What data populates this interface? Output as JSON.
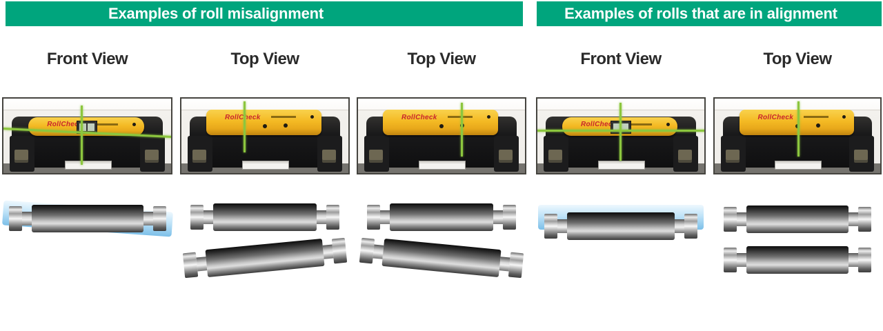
{
  "headers": {
    "left": "Examples of roll misalignment",
    "right": "Examples of rolls that are in alignment"
  },
  "device": {
    "brand": "RollCheck"
  },
  "columns": [
    {
      "id": "misaligned-front",
      "group": "misalignment",
      "view_label": "Front View"
    },
    {
      "id": "misaligned-top-1",
      "group": "misalignment",
      "view_label": "Top View"
    },
    {
      "id": "misaligned-top-2",
      "group": "misalignment",
      "view_label": "Top View"
    },
    {
      "id": "aligned-front",
      "group": "alignment",
      "view_label": "Front View"
    },
    {
      "id": "aligned-top",
      "group": "alignment",
      "view_label": "Top View"
    }
  ],
  "colors": {
    "header_green": "#00a57d",
    "laser_green": "#8cc63e",
    "device_yellow": "#f4ba24",
    "logo_red": "#c9252c",
    "ghost_blue": "#a9d8f3",
    "label_text": "#2a2a2a"
  }
}
